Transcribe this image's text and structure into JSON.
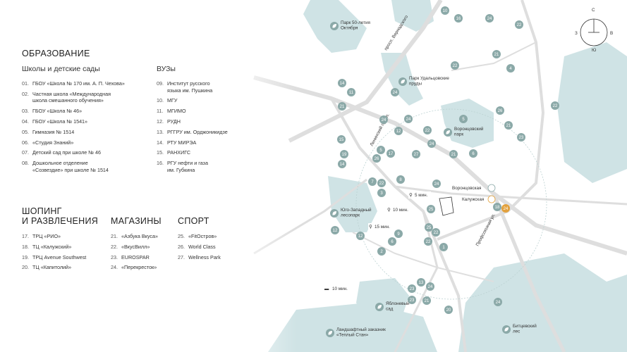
{
  "education": {
    "title": "ОБРАЗОВАНИЕ",
    "schools": {
      "title": "Школы и детские сады",
      "items": [
        {
          "n": "01.",
          "t": "ГБОУ «Школа № 170 им. А. П. Чехова»"
        },
        {
          "n": "02.",
          "t": "Частная школа «Международная\nшкола смешанного обучения»"
        },
        {
          "n": "03.",
          "t": "ГБОУ «Школа № 46»"
        },
        {
          "n": "04.",
          "t": "ГБОУ «Школа № 1541»"
        },
        {
          "n": "05.",
          "t": "Гимназия № 1514"
        },
        {
          "n": "06.",
          "t": "«Студия Знаний»"
        },
        {
          "n": "07.",
          "t": "Детский сад при школе № 46"
        },
        {
          "n": "08.",
          "t": "Дошкольное отделение\n«Созвездие» при школе № 1514"
        }
      ]
    },
    "universities": {
      "title": "ВУЗы",
      "items": [
        {
          "n": "09.",
          "t": "Институт русского\nязыка им. Пушкина"
        },
        {
          "n": "10.",
          "t": "МГУ"
        },
        {
          "n": "11.",
          "t": "МГИМО"
        },
        {
          "n": "12.",
          "t": "РУДН"
        },
        {
          "n": "13.",
          "t": "РГГРУ им. Орджоникидзе"
        },
        {
          "n": "14.",
          "t": "РТУ МИРЭА"
        },
        {
          "n": "15.",
          "t": "РАНХИГС"
        },
        {
          "n": "16.",
          "t": "РГУ нефти и газа\nим. Губкина"
        }
      ]
    }
  },
  "shopping": {
    "title": "ШОПИНГ\nИ РАЗВЛЕЧЕНИЯ",
    "items": [
      {
        "n": "17.",
        "t": "ТРЦ «РИО»"
      },
      {
        "n": "18.",
        "t": "ТЦ «Калужский»"
      },
      {
        "n": "19.",
        "t": "ТРЦ Avenue Southwest"
      },
      {
        "n": "20.",
        "t": "ТЦ «Капитолий»"
      }
    ]
  },
  "stores": {
    "title": "МАГАЗИНЫ",
    "items": [
      {
        "n": "21.",
        "t": "«Азбука Вкуса»"
      },
      {
        "n": "22.",
        "t": "«ВкусВилл»"
      },
      {
        "n": "23.",
        "t": "EUROSPAR"
      },
      {
        "n": "24.",
        "t": "«Перекресток»"
      }
    ]
  },
  "sport": {
    "title": "СПОРТ",
    "items": [
      {
        "n": "25.",
        "t": "«FitОстров»"
      },
      {
        "n": "26.",
        "t": "World Class"
      },
      {
        "n": "27.",
        "t": "Wellness Park"
      }
    ]
  },
  "compass": {
    "n": "С",
    "s": "Ю",
    "w": "З",
    "e": "В"
  },
  "map": {
    "streets": [
      "просп. Вернадского",
      "Ленинский просп.",
      "Профсоюзная ул."
    ],
    "metro": [
      "Воронцовская",
      "Калужская"
    ],
    "parks": [
      "Парк 50-летия\nОктября",
      "Парк Удальцовские\nпруды",
      "Воронцовский\nпарк",
      "Юго-Западный\nлесопарк",
      "Яблоневый\nсад",
      "Ландшафтный заказник\n«Теплый Стан»",
      "Битцевский\nлес"
    ],
    "travel": [
      "5 мин.",
      "10 мин.",
      "15 мин.",
      "10 мин."
    ],
    "markers": [
      "10",
      "16",
      "24",
      "22",
      "21",
      "22",
      "4",
      "14",
      "11",
      "21",
      "24",
      "22",
      "26",
      "24",
      "12",
      "24",
      "21",
      "23",
      "22",
      "5",
      "24",
      "21",
      "15",
      "6",
      "27",
      "19",
      "5",
      "26",
      "17",
      "14",
      "8",
      "24",
      "7",
      "22",
      "3",
      "25",
      "18",
      "24",
      "12",
      "12",
      "25",
      "22",
      "9",
      "6",
      "22",
      "1",
      "2",
      "13",
      "24",
      "23",
      "23",
      "24",
      "21",
      "20"
    ]
  },
  "colors": {
    "water": "#cfe3e5",
    "marker": "#8ba9a8",
    "road": "#e6e6e6",
    "accent": "#e2a13d"
  }
}
